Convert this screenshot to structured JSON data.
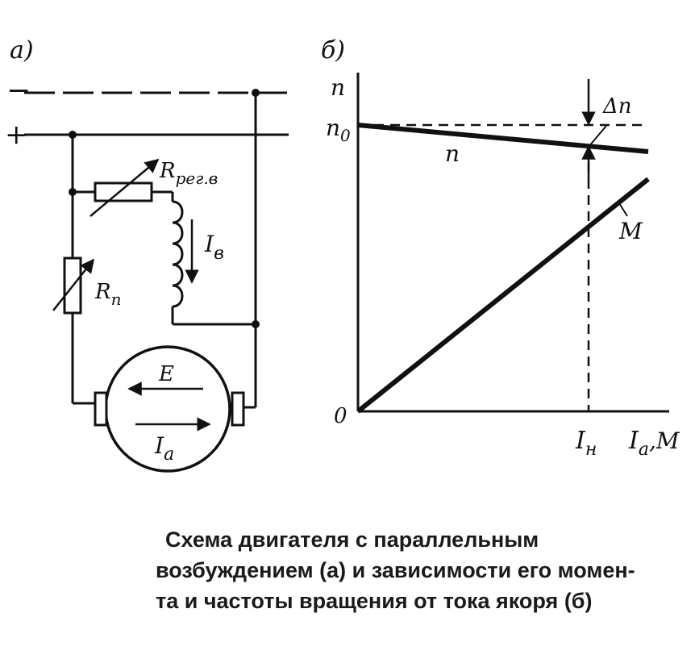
{
  "circuit": {
    "panel_label": "а)",
    "minus_sign": "−",
    "plus_sign": "+",
    "r_reg_label": "R",
    "r_reg_sub": "рег.в",
    "r_p_label": "R",
    "r_p_sub": "п",
    "i_b_label": "I",
    "i_b_sub": "в",
    "emf_label": "E",
    "i_a_label": "I",
    "i_a_sub": "а"
  },
  "graph": {
    "panel_label": "б)",
    "y_axis_label": "n",
    "n0_label": "n",
    "n0_sub": "0",
    "origin_label": "0",
    "n_curve_label": "n",
    "m_curve_label": "M",
    "delta_n_label": "Δn",
    "i_nom_label": "I",
    "i_nom_sub": "н",
    "x_axis_label": "I",
    "x_axis_sub": "а",
    "x_axis_tail": ",M"
  },
  "caption": {
    "line1": "Схема двигателя с параллельным",
    "line2": "возбуждением (а) и зависимости его момен-",
    "line3": "та и частоты вращения от тока якоря (б)"
  }
}
